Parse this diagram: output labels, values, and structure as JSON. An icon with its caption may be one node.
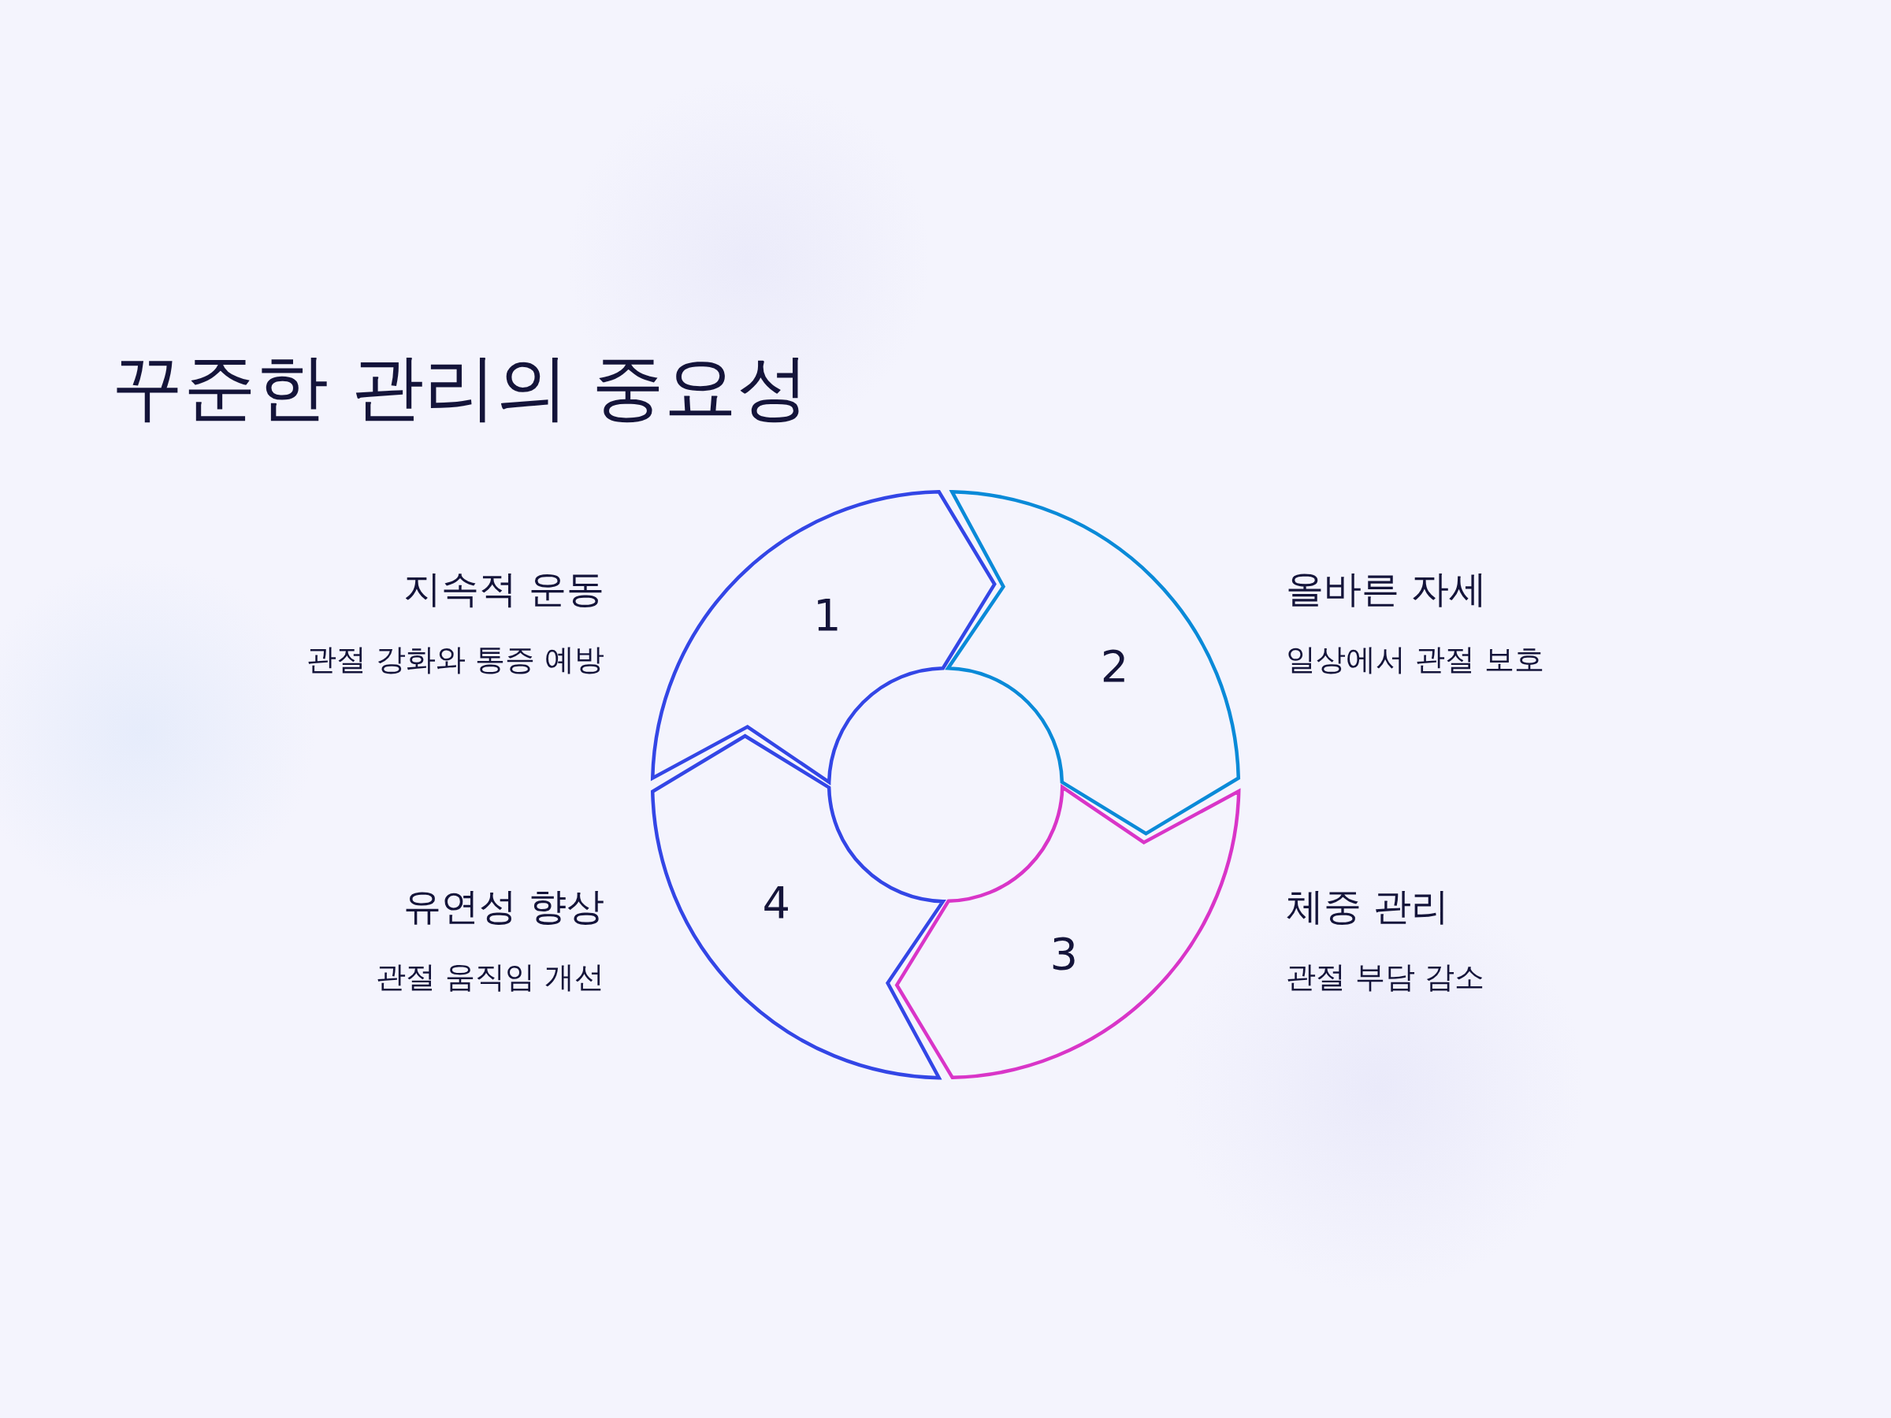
{
  "diagram": {
    "title": "꾸준한 관리의 중요성",
    "nodes": [
      {
        "text": [
          "1"
        ],
        "beside": [
          "지속적 운동",
          "관절 강화와 통증 예방"
        ]
      },
      {
        "text": [
          "2"
        ],
        "beside": [
          "올바른 자세",
          "일상에서 관절 보호"
        ]
      },
      {
        "text": [
          "3"
        ],
        "beside": [
          "체중 관리",
          "관절 부담 감소"
        ]
      },
      {
        "text": [
          "4"
        ],
        "beside": [
          "유연성 향상",
          "관절 움직임 개선"
        ]
      }
    ]
  }
}
